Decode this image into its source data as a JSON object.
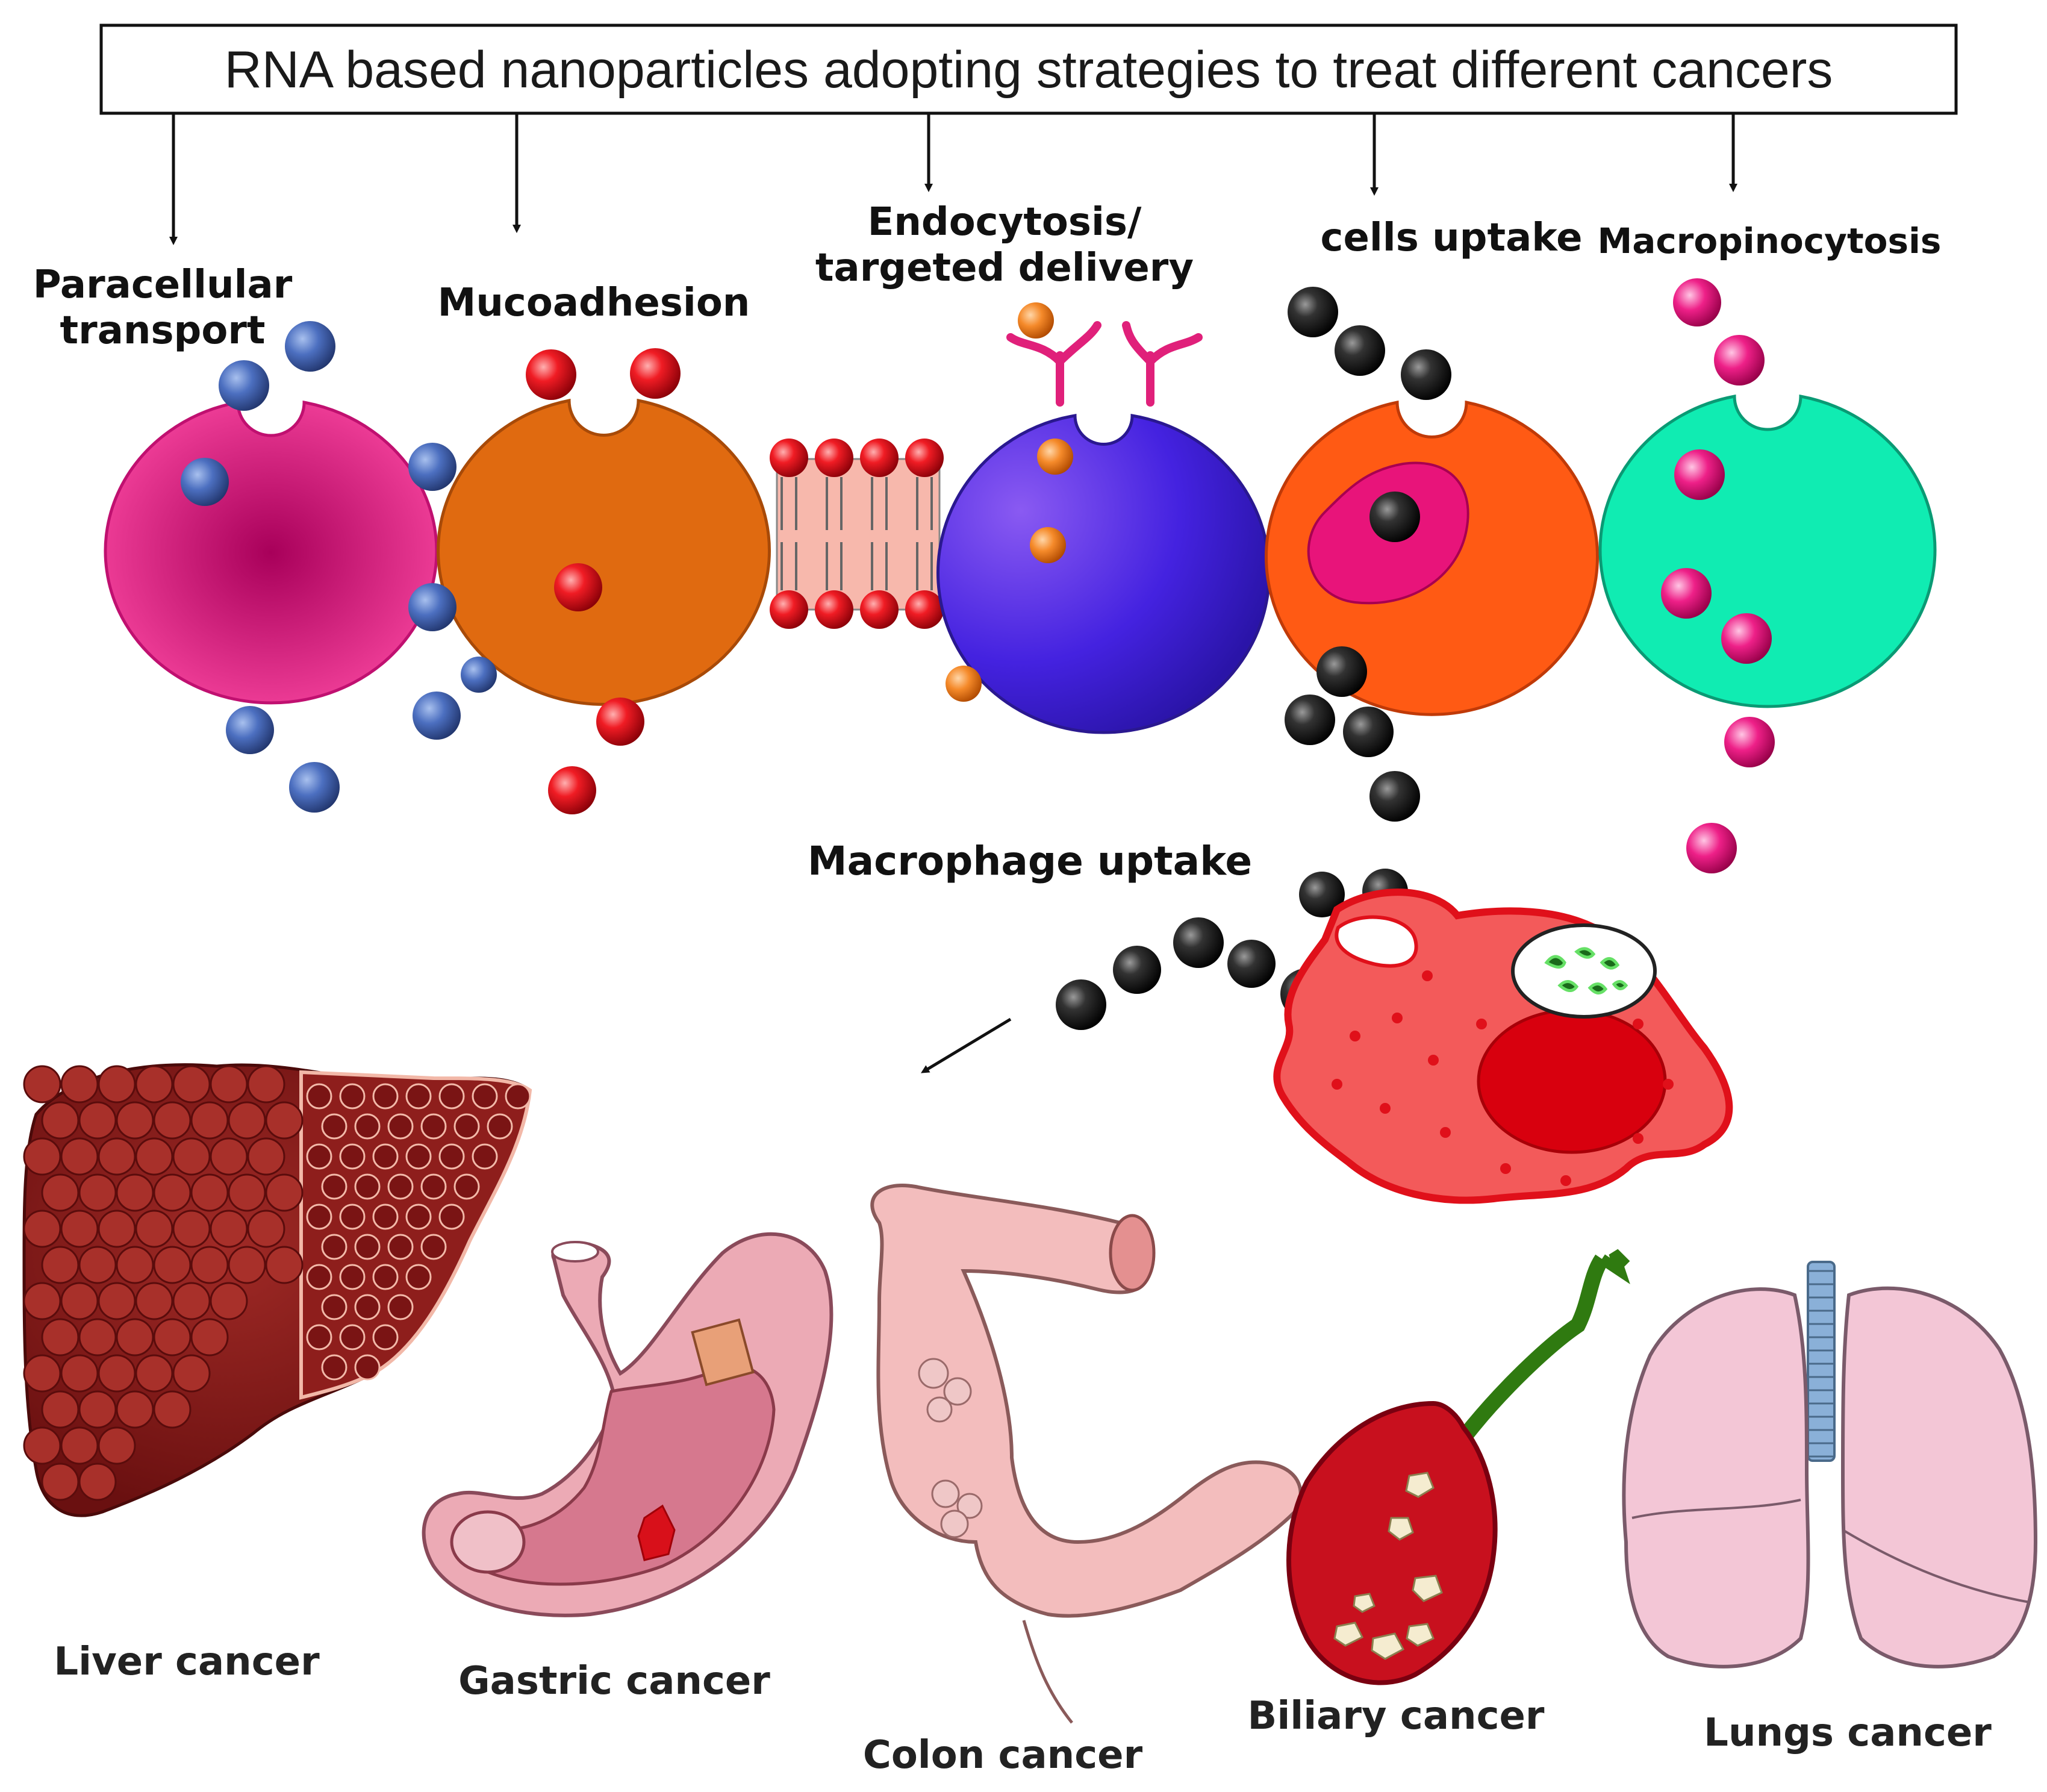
{
  "title": "RNA based nanoparticles adopting  strategies to treat different cancers",
  "strategies": {
    "paracellular_line1": "Paracellular",
    "paracellular_line2": "transport",
    "mucoadhesion": "Mucoadhesion",
    "endocytosis_line1": "Endocytosis/",
    "endocytosis_line2": "targeted delivery",
    "cells_uptake": "cells uptake",
    "macropinocytosis": "Macropinocytosis",
    "macrophage_uptake": "Macrophage uptake"
  },
  "cancers": {
    "liver": "Liver cancer",
    "gastric": "Gastric cancer",
    "colon": "Colon cancer",
    "biliary": "Biliary cancer",
    "lungs": "Lungs cancer"
  },
  "colors": {
    "paracellular_cell": "#f0308f",
    "mucoadhesion_cell": "#e06a10",
    "endocytosis_cell": "#5a2ee0",
    "cells_uptake_cell": "#ff5a14",
    "macropinocytosis_cell": "#10ecb2",
    "macrophage": "#f04a4a",
    "blue_particle": "#3b5aa8",
    "red_particle": "#e0101a",
    "orange_particle": "#f07a18",
    "black_particle": "#111111",
    "pink_particle": "#e8147a",
    "receptor": "#e0207a",
    "liver": "#8b1a1a",
    "stomach": "#e8a8b0",
    "colon": "#f0b8b8",
    "gallbladder": "#c81020",
    "bile_duct": "#3a8a10",
    "lungs": "#f2c8d6",
    "trachea": "#8ab0d8"
  }
}
